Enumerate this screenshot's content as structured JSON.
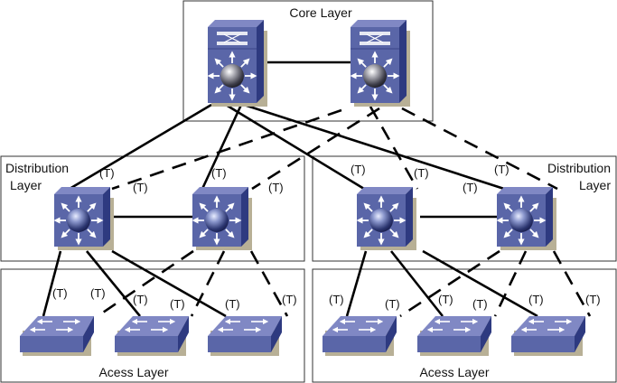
{
  "layers": {
    "core": "Core Layer",
    "distribution_left": [
      "Distribution",
      "Layer"
    ],
    "distribution_right": [
      "Distribution",
      "Layer"
    ],
    "access_left": "Acess Layer",
    "access_right": "Acess Layer"
  },
  "trunk_label": "(T)",
  "colors": {
    "device_face": "#5a66a8",
    "device_top": "#8088c4",
    "device_side": "#2e3a80",
    "shadow": "#b8b096",
    "link": "#000000",
    "box_border": "#333333"
  },
  "devices": [
    {
      "id": "core1",
      "type": "multilayer-switch-core"
    },
    {
      "id": "core2",
      "type": "multilayer-switch-core"
    },
    {
      "id": "dist1",
      "type": "multilayer-switch"
    },
    {
      "id": "dist2",
      "type": "multilayer-switch"
    },
    {
      "id": "dist3",
      "type": "multilayer-switch"
    },
    {
      "id": "dist4",
      "type": "multilayer-switch"
    },
    {
      "id": "acc1",
      "type": "workgroup-switch"
    },
    {
      "id": "acc2",
      "type": "workgroup-switch"
    },
    {
      "id": "acc3",
      "type": "workgroup-switch"
    },
    {
      "id": "acc4",
      "type": "workgroup-switch"
    },
    {
      "id": "acc5",
      "type": "workgroup-switch"
    },
    {
      "id": "acc6",
      "type": "workgroup-switch"
    }
  ],
  "links": [
    {
      "from": "core1",
      "to": "core2",
      "style": "solid"
    },
    {
      "from": "core1",
      "to": "dist1",
      "style": "solid"
    },
    {
      "from": "core1",
      "to": "dist2",
      "style": "solid"
    },
    {
      "from": "core1",
      "to": "dist3",
      "style": "solid"
    },
    {
      "from": "core1",
      "to": "dist4",
      "style": "solid"
    },
    {
      "from": "core2",
      "to": "dist1",
      "style": "dashed"
    },
    {
      "from": "core2",
      "to": "dist2",
      "style": "dashed"
    },
    {
      "from": "core2",
      "to": "dist3",
      "style": "dashed"
    },
    {
      "from": "core2",
      "to": "dist4",
      "style": "dashed"
    },
    {
      "from": "dist1",
      "to": "dist2",
      "style": "solid"
    },
    {
      "from": "dist3",
      "to": "dist4",
      "style": "solid"
    },
    {
      "from": "dist1",
      "to": "acc1",
      "style": "solid"
    },
    {
      "from": "dist1",
      "to": "acc2",
      "style": "solid"
    },
    {
      "from": "dist1",
      "to": "acc3",
      "style": "solid"
    },
    {
      "from": "dist2",
      "to": "acc1",
      "style": "dashed"
    },
    {
      "from": "dist2",
      "to": "acc2",
      "style": "dashed"
    },
    {
      "from": "dist2",
      "to": "acc3",
      "style": "dashed"
    },
    {
      "from": "dist3",
      "to": "acc4",
      "style": "solid"
    },
    {
      "from": "dist3",
      "to": "acc5",
      "style": "solid"
    },
    {
      "from": "dist3",
      "to": "acc6",
      "style": "solid"
    },
    {
      "from": "dist4",
      "to": "acc4",
      "style": "dashed"
    },
    {
      "from": "dist4",
      "to": "acc5",
      "style": "dashed"
    },
    {
      "from": "dist4",
      "to": "acc6",
      "style": "dashed"
    }
  ]
}
